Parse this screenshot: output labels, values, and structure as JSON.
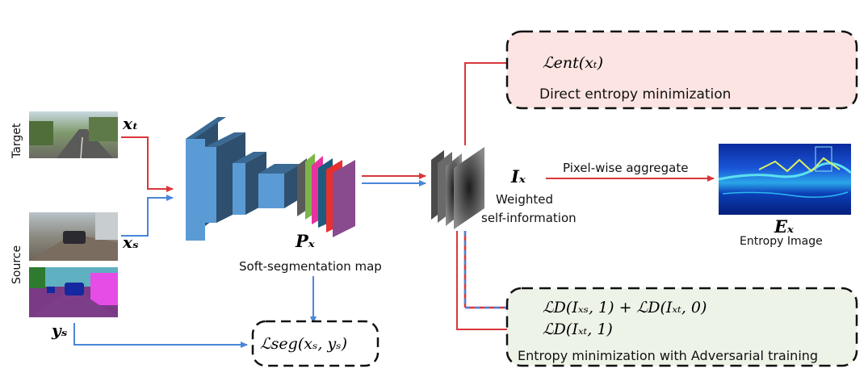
{
  "inputs": {
    "target_label": "Target",
    "source_label": "Source",
    "x_t": "xₜ",
    "x_s": "xₛ",
    "y_s": "yₛ"
  },
  "network": {
    "output_symbol": "Pₓ",
    "output_caption": "Soft-segmentation map"
  },
  "information": {
    "symbol": "Iₓ",
    "caption_line1": "Weighted",
    "caption_line2": "self-information"
  },
  "aggregate": {
    "arrow_label": "Pixel-wise aggregate",
    "entropy_symbol": "Eₓ",
    "entropy_caption": "Entropy Image"
  },
  "boxes": {
    "ent_loss": "ℒent(xₜ)",
    "ent_caption": "Direct entropy minimization",
    "adv_loss1": "ℒD(Iₓₛ, 1) + ℒD(Iₓₜ, 0)",
    "adv_loss2": "ℒD(Iₓₜ, 1)",
    "adv_caption": "Entropy minimization with Adversarial training",
    "seg_loss": "ℒseg(xₛ, yₛ)"
  },
  "colors": {
    "red_arrow": "#d9373a",
    "blue_arrow": "#4a86d8",
    "ent_box_fill": "#fbe4e1",
    "adv_box_fill": "#eef3e8",
    "layer_front": "#5b9bd5",
    "layer_dark": "#2e4f6e"
  }
}
